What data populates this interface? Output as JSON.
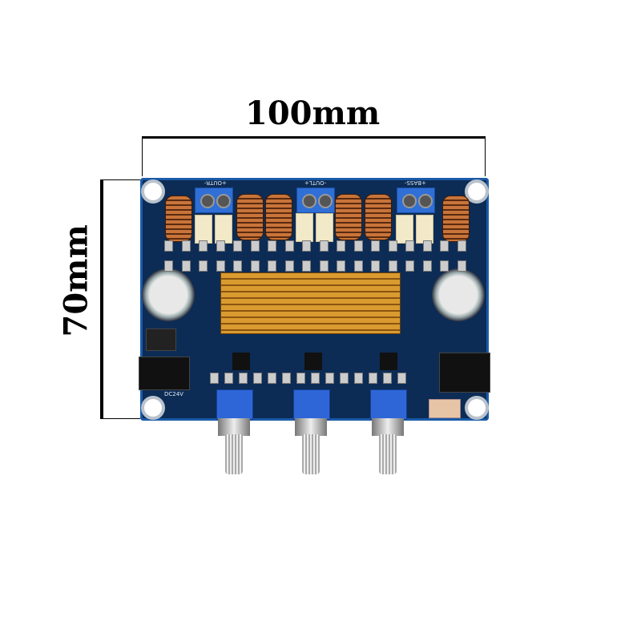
{
  "dimensions": {
    "width_label": "100mm",
    "height_label": "70mm"
  },
  "board": {
    "silkscreen": {
      "out_right": "+OUTR-",
      "out_left": "-OUTL+",
      "bass": "+BASS-",
      "power": "DC24V"
    }
  },
  "colors": {
    "pcb": "#0c2c55",
    "terminal": "#2f6fd6",
    "heatsink": "#d99a30"
  }
}
